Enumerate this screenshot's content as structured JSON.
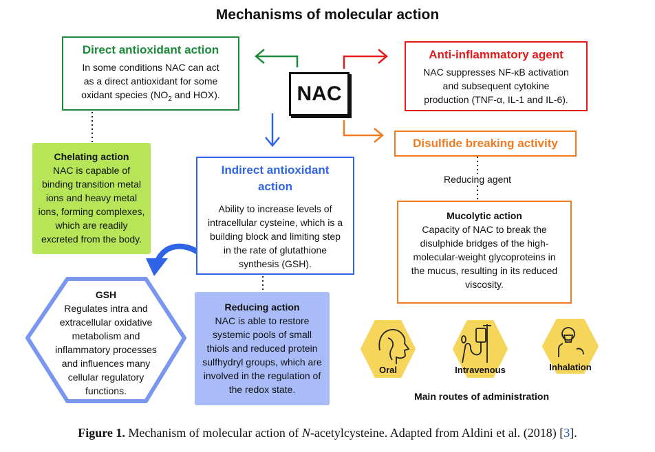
{
  "title": "Mechanisms of molecular action",
  "center": "NAC",
  "direct": {
    "heading": "Direct antioxidant action",
    "lines": [
      "In some conditions NAC can act",
      "as a direct antioxidant for some",
      "oxidant species (NO",
      "2",
      " and HOX)."
    ]
  },
  "anti": {
    "heading": "Anti-inflammatory agent",
    "lines": [
      "NAC suppresses NF-κB activation",
      "and subsequent cytokine",
      "production (TNF-α, IL-1 and IL-6)."
    ]
  },
  "disulfide": {
    "heading": "Disulfide breaking activity",
    "connector": "Reducing agent"
  },
  "chelating": {
    "heading": "Chelating action",
    "lines": [
      "NAC is capable of",
      "binding transition metal",
      "ions and heavy metal",
      "ions, forming complexes,",
      "which are readily",
      "excreted from the body."
    ]
  },
  "indirect": {
    "heading1": "Indirect antioxidant",
    "heading2": "action",
    "lines": [
      "Ability to increase levels of",
      "intracellular cysteine, which is a",
      "building block and limiting step",
      "in the rate of glutathione",
      "synthesis (GSH)."
    ]
  },
  "mucolytic": {
    "heading": "Mucolytic action",
    "lines": [
      "Capacity of NAC to break the",
      "disulphide bridges of the high-",
      "molecular-weight glycoproteins in",
      "the mucus, resulting in its reduced",
      "viscosity."
    ]
  },
  "gsh": {
    "heading": "GSH",
    "lines": [
      "Regulates intra and",
      "extracellular oxidative",
      "metabolism and",
      "inflammatory processes",
      "and influences many",
      "cellular regulatory",
      "functions."
    ]
  },
  "reducing": {
    "heading": "Reducing action",
    "lines": [
      "NAC is able to restore",
      "systemic pools of small",
      "thiols and reduced protein",
      "sulfhydryl groups, which are",
      "involved in the regulation of",
      "the redox state."
    ]
  },
  "routes": {
    "items": [
      "Oral",
      "Intravenous",
      "Inhalation"
    ],
    "caption": "Main routes of administration"
  },
  "figure_caption": {
    "label": "Figure 1.",
    "text_a": " Mechanism of molecular action of ",
    "italic": "N",
    "text_b": "-acetylcysteine. Adapted from Aldini et al. (2018) [",
    "ref": "3",
    "text_c": "]."
  },
  "colors": {
    "green": "#1b8a3a",
    "red": "#e31b1b",
    "orange": "#f07b20",
    "blue": "#2f64e6",
    "chelating_fill": "#b6e657",
    "reducing_fill": "#a9bcf7",
    "gsh_stroke": "#7a97ef",
    "route_fill": "#f5d55a"
  }
}
